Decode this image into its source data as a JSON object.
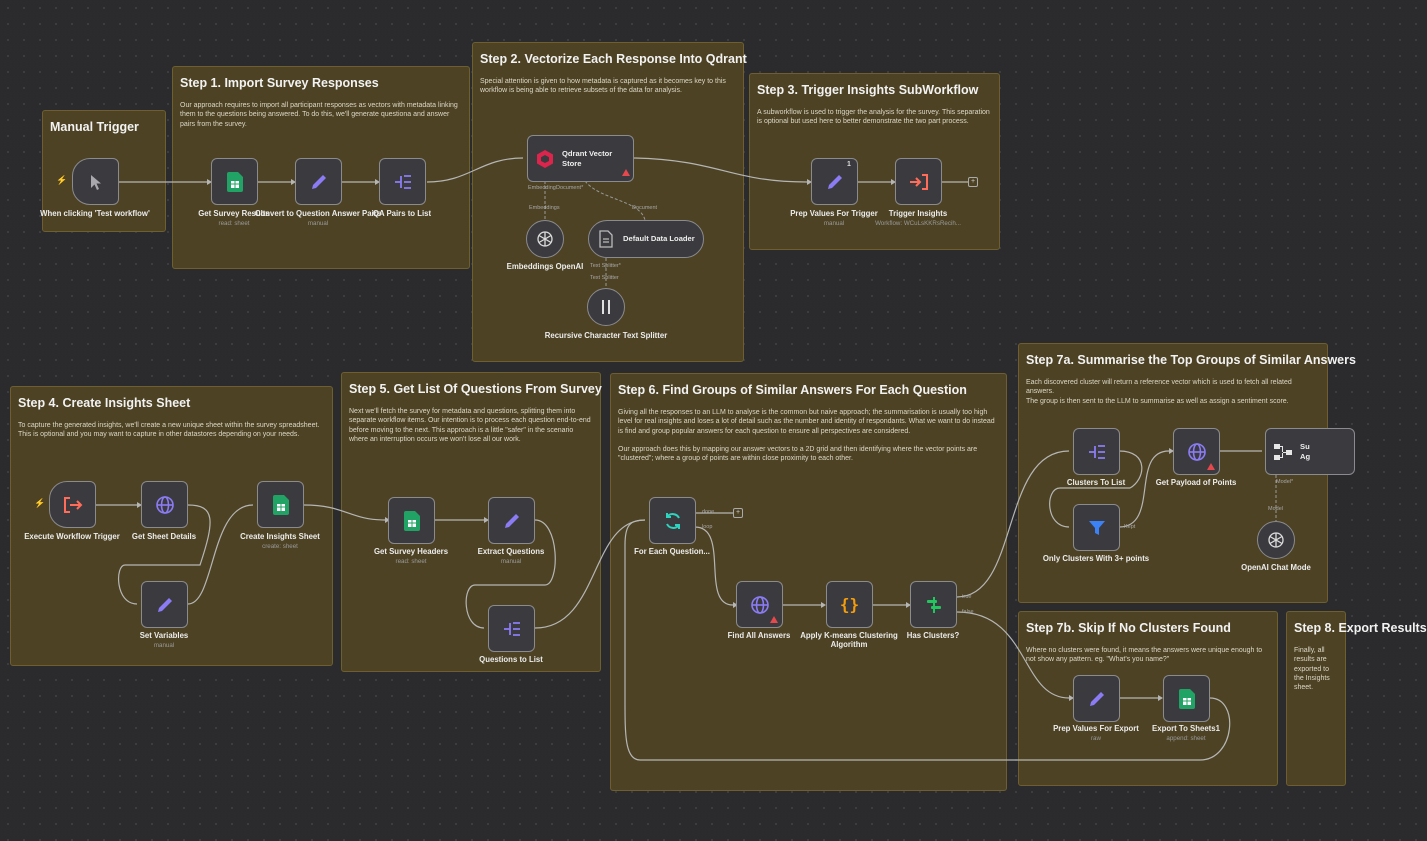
{
  "notes": {
    "manual": {
      "title": "Manual Trigger",
      "body": ""
    },
    "step1": {
      "title": "Step 1. Import Survey Responses",
      "body": "Our approach requires to import all participant responses as vectors with metadata linking them to the questions being answered. To do this, we'll generate questiona and answer pairs from the survey."
    },
    "step2": {
      "title": "Step 2. Vectorize Each Response Into Qdrant",
      "body": "Special attention is given to how metadata is captured as it becomes key to this workflow is being able to retrieve subsets of the data for analysis."
    },
    "step3": {
      "title": "Step 3. Trigger Insights SubWorkflow",
      "body": "A subworkflow is used to trigger the analysis for the survey. This separation is optional but used here to better demonstrate the two part process."
    },
    "step4": {
      "title": "Step 4. Create Insights Sheet",
      "body": "To capture the generated insights, we'll create a new unique sheet within the survey spreadsheet. This is optional and you may want to capture in other datastores depending on your needs."
    },
    "step5": {
      "title": "Step 5. Get List Of Questions From Survey",
      "body": "Next we'll fetch the survey for metadata and questions, splitting them into separate workflow items. Our intention is to process each question end-to-end before moving to the next. This approach is a little \"safer\" in the scenario where an interruption occurs we won't lose all our work."
    },
    "step6": {
      "title": "Step 6. Find Groups of Similar Answers For Each Question",
      "body": "Giving all the responses to an LLM to analyse is the common but naive approach; the summarisation is usually too high level for real insights and loses a lot of detail such as the number and identity of respondants. What we want to do instead is find and group popular answers for each question to ensure all perspectives are considered.\n\nOur approach does this by mapping our answer vectors to a 2D grid and then identifying where the vector points are \"clustered\"; where a group of points are within close proximity to each other."
    },
    "step7a": {
      "title": "Step 7a. Summarise the Top Groups of Similar Answers",
      "body": "Each discovered cluster will return a reference vector which is used to fetch all related answers.\nThe group is then sent to the LLM to summarise as well as assign a sentiment score."
    },
    "step7b": {
      "title": "Step 7b. Skip If No Clusters Found",
      "body": "Where no clusters were found, it means the answers were unique enough to not show any pattern. eg. \"What's you name?\""
    },
    "step8": {
      "title": "Step 8. Export Results",
      "body": "Finally, all results are exported to the Insights sheet."
    }
  },
  "nodes": {
    "manual_trigger": {
      "label": "When clicking 'Test workflow'",
      "sub": ""
    },
    "get_survey_results": {
      "label": "Get Survey Results",
      "sub": "read: sheet"
    },
    "convert_qa": {
      "label": "Convert to Question Answer Pairs",
      "sub": "manual"
    },
    "qa_pairs_list": {
      "label": "QA Pairs to List",
      "sub": ""
    },
    "qdrant": {
      "label": "Qdrant Vector Store",
      "sub": ""
    },
    "embeddings_openai": {
      "label": "Embeddings OpenAI",
      "sub": ""
    },
    "default_loader": {
      "label": "Default Data Loader",
      "sub": ""
    },
    "text_splitter": {
      "label": "Recursive Character Text Splitter",
      "sub": ""
    },
    "prep_values_trigger": {
      "label": "Prep Values For Trigger",
      "sub": "manual"
    },
    "trigger_insights": {
      "label": "Trigger Insights",
      "sub": "Workflow: WCuLsKKRsRecih..."
    },
    "exec_trigger": {
      "label": "Execute Workflow Trigger",
      "sub": ""
    },
    "get_sheet_details": {
      "label": "Get Sheet Details",
      "sub": ""
    },
    "create_insights_sheet": {
      "label": "Create Insights Sheet",
      "sub": "create: sheet"
    },
    "set_variables": {
      "label": "Set Variables",
      "sub": "manual"
    },
    "get_survey_headers": {
      "label": "Get Survey Headers",
      "sub": "read: sheet"
    },
    "extract_questions": {
      "label": "Extract Questions",
      "sub": "manual"
    },
    "questions_list": {
      "label": "Questions to List",
      "sub": ""
    },
    "for_each_question": {
      "label": "For Each Question...",
      "sub": ""
    },
    "find_all_answers": {
      "label": "Find All Answers",
      "sub": ""
    },
    "kmeans": {
      "label": "Apply K-means Clustering Algorithm",
      "sub": ""
    },
    "has_clusters": {
      "label": "Has Clusters?",
      "sub": ""
    },
    "clusters_list": {
      "label": "Clusters To List",
      "sub": ""
    },
    "only_clusters": {
      "label": "Only Clusters With 3+ points",
      "sub": ""
    },
    "get_payload": {
      "label": "Get Payload of Points",
      "sub": ""
    },
    "summarise_agent": {
      "label": "Su Ag",
      "sub": ""
    },
    "openai_chat": {
      "label": "OpenAI Chat Mode",
      "sub": ""
    },
    "prep_values_export": {
      "label": "Prep Values For Export",
      "sub": "raw"
    },
    "export_sheets": {
      "label": "Export To Sheets1",
      "sub": "append: sheet"
    }
  },
  "connector_tags": {
    "embedding": "Embedding",
    "document": "Document*",
    "embeddings": "Embeddings",
    "document2": "Document",
    "text_splitter_req": "Text Splitter*",
    "text_splitter": "Text Splitter",
    "done": "done",
    "loop": "loop",
    "true": "true",
    "false": "false",
    "kept": "Kept",
    "model_req": "Model*",
    "model": "Model"
  },
  "badges": {
    "prep_values_trigger": "1"
  },
  "colors": {
    "sticky": "#4d4224",
    "node": "#3b3b3f",
    "wire": "#b5b5b5",
    "sheets": "#21a366",
    "edit": "#8b7cf6",
    "trigger": "#ff6d5a"
  }
}
